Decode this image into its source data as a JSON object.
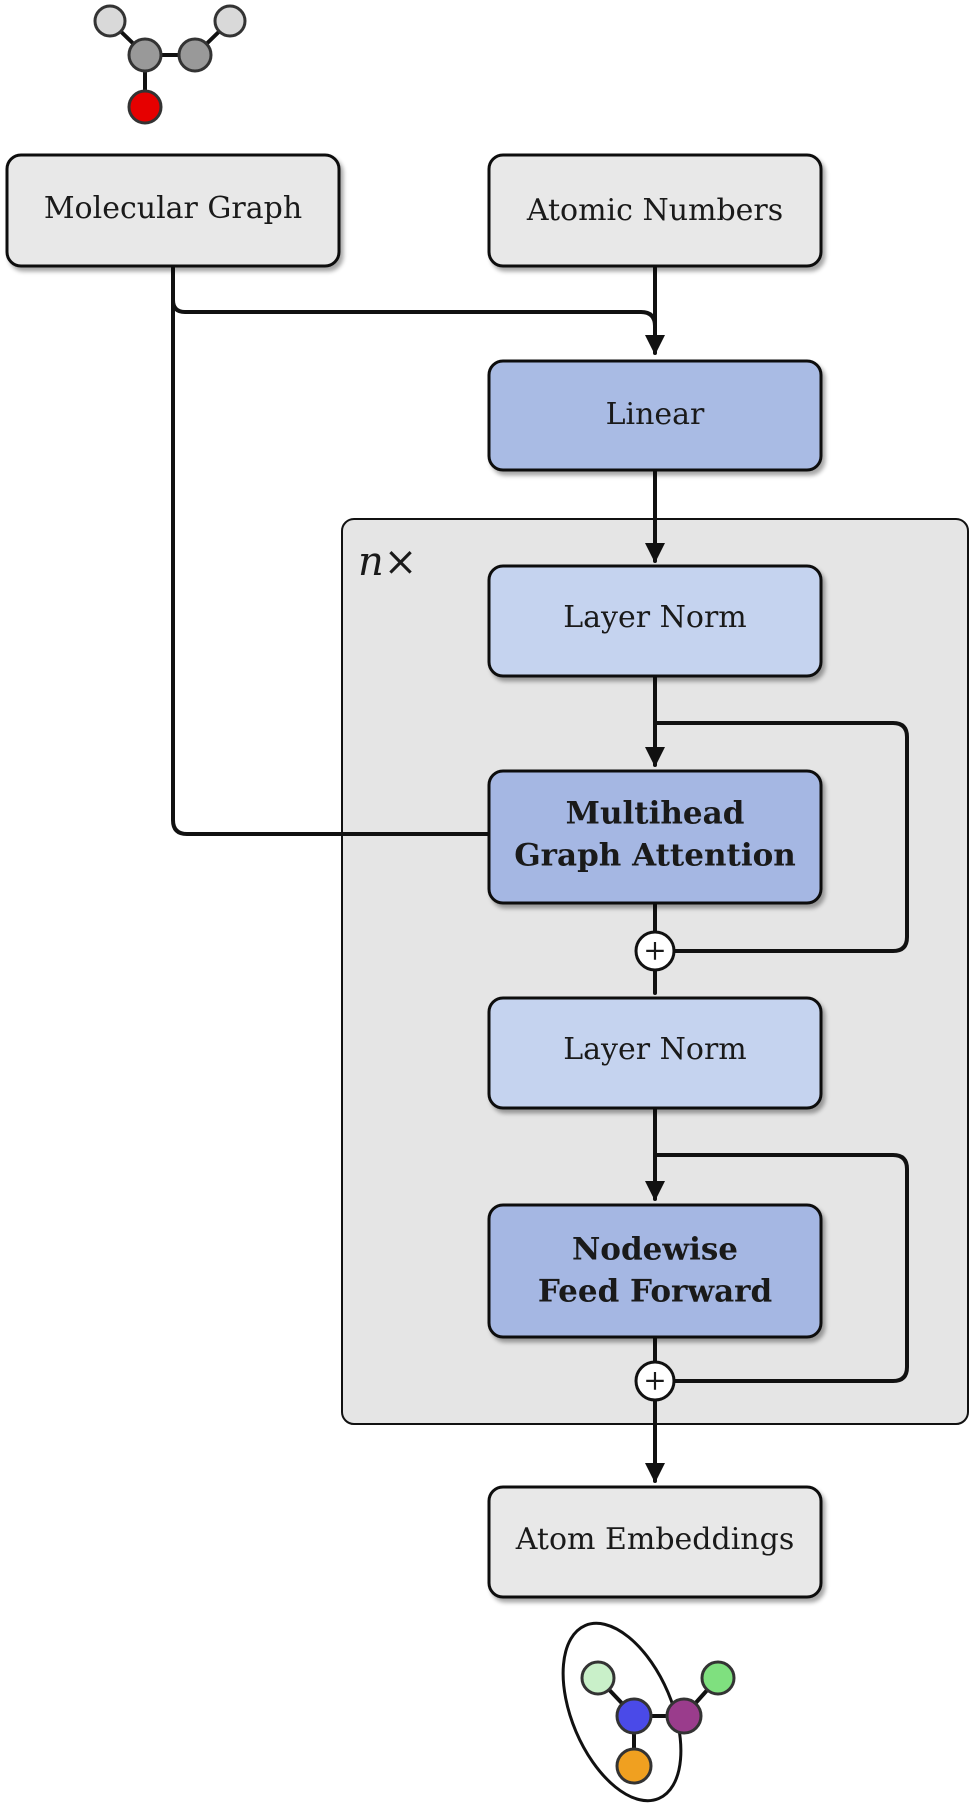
{
  "colors": {
    "gray_box": "#e8e8e8",
    "linear_box": "#a9bbe4",
    "layer_norm_box": "#c5d3ef",
    "emphasis_box": "#a5b7e3",
    "repeat_panel": "#e5e5e5",
    "outline": "#111111"
  },
  "nodes": {
    "molecular_graph": "Molecular Graph",
    "atomic_numbers": "Atomic Numbers",
    "linear": "Linear",
    "layer_norm_1": "Layer Norm",
    "attention_line1": "Multihead",
    "attention_line2": "Graph Attention",
    "layer_norm_2": "Layer Norm",
    "ffn_line1": "Nodewise",
    "ffn_line2": "Feed Forward",
    "atom_embeddings": "Atom Embeddings"
  },
  "repeat_label": "n×",
  "add_symbol": "+",
  "input_molecule": {
    "atom_colors": [
      "#d9d9d9",
      "#999999",
      "#999999",
      "#d9d9d9",
      "#e60000"
    ]
  },
  "output_molecule": {
    "atom_colors": [
      "#c9f0c9",
      "#4a4ae8",
      "#9a3c8c",
      "#7fe07f",
      "#f0a020"
    ]
  }
}
